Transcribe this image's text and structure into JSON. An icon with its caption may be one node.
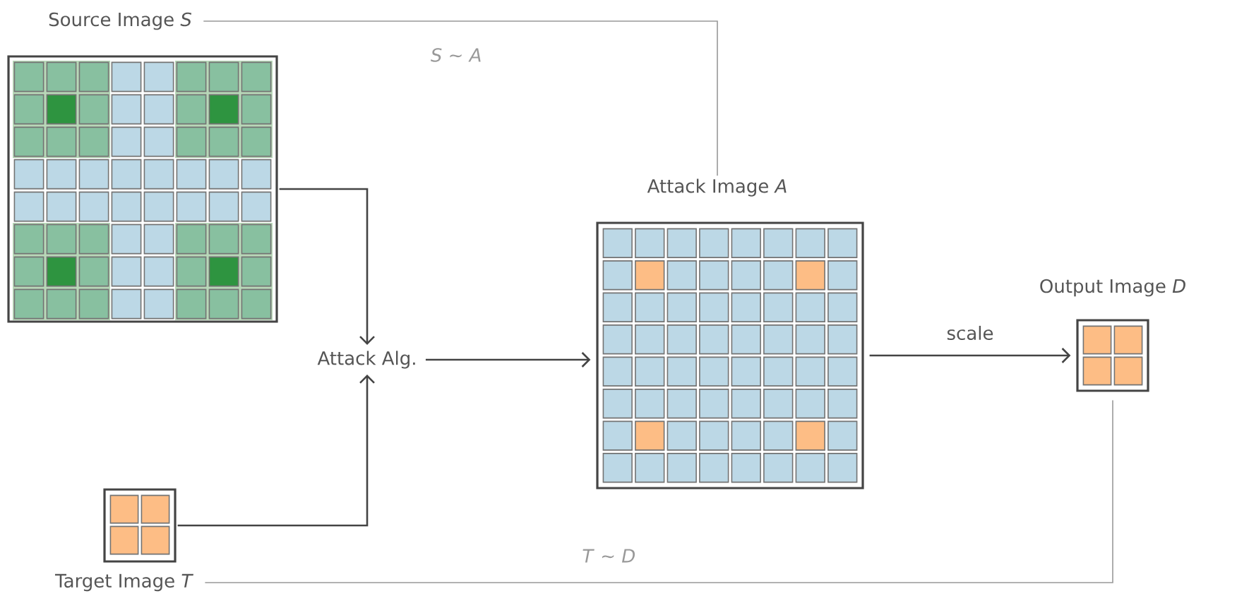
{
  "diagram": {
    "nodes": [
      {
        "text": [
          "Source Image *S*"
        ]
      },
      {
        "text": [
          "Attack Alg."
        ]
      },
      {
        "text": [
          "Attack Image *A*"
        ]
      },
      {
        "text": [
          "Output Image *D*"
        ]
      },
      {
        "text": [
          "Target Image *T*"
        ]
      }
    ],
    "edges": [
      {
        "from": 0,
        "to": 1,
        "arrow": "to"
      },
      {
        "from": 4,
        "to": 1,
        "arrow": "to"
      },
      {
        "from": 1,
        "to": 2,
        "arrow": "to"
      },
      {
        "from": 2,
        "to": 3,
        "arrow": "to",
        "label": "scale"
      },
      {
        "from": 0,
        "to": 2,
        "arrow": "none",
        "label": "*S* ∼ *A*",
        "color": "#999999"
      },
      {
        "from": 4,
        "to": 3,
        "arrow": "none",
        "label": "*T* ∼ *D*",
        "color": "#999999"
      }
    ]
  }
}
